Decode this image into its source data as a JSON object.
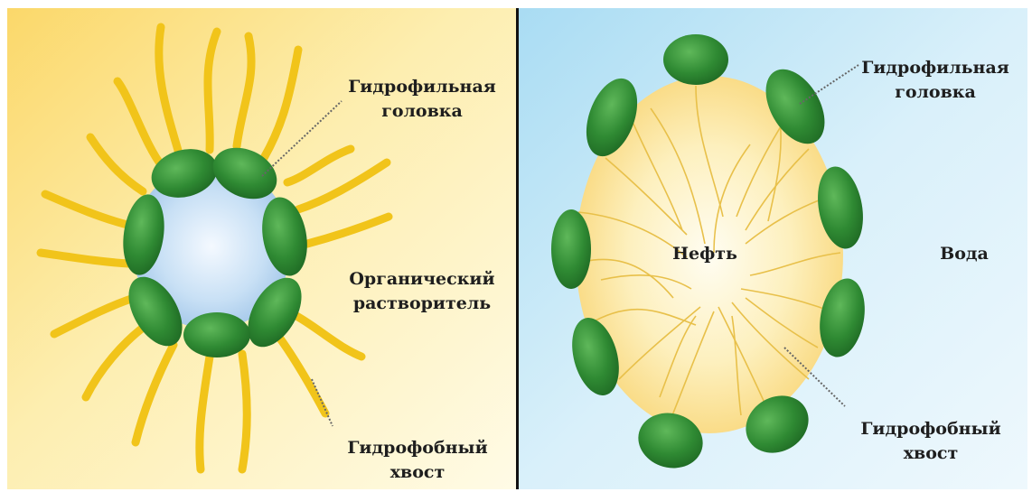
{
  "left_panel": {
    "label_head": [
      "Гидрофильная",
      "головка"
    ],
    "label_solvent": [
      "Органический",
      "растворитель"
    ],
    "label_tail": [
      "Гидрофобный",
      "хвост"
    ]
  },
  "right_panel": {
    "label_head": [
      "Гидрофильная",
      "головка"
    ],
    "label_oil": "Нефть",
    "label_water": "Вода",
    "label_tail": [
      "Гидрофобный",
      "хвост"
    ]
  },
  "colors": {
    "head_green": "#2e8b3a",
    "head_green_light": "#5cb85c",
    "tail_yellow": "#f0c419",
    "solvent_blue": "#bcd9f2",
    "oil_yellow": "#fbe39a",
    "water_blue": "#bfe6f7",
    "left_bg": "#fbe08a"
  }
}
